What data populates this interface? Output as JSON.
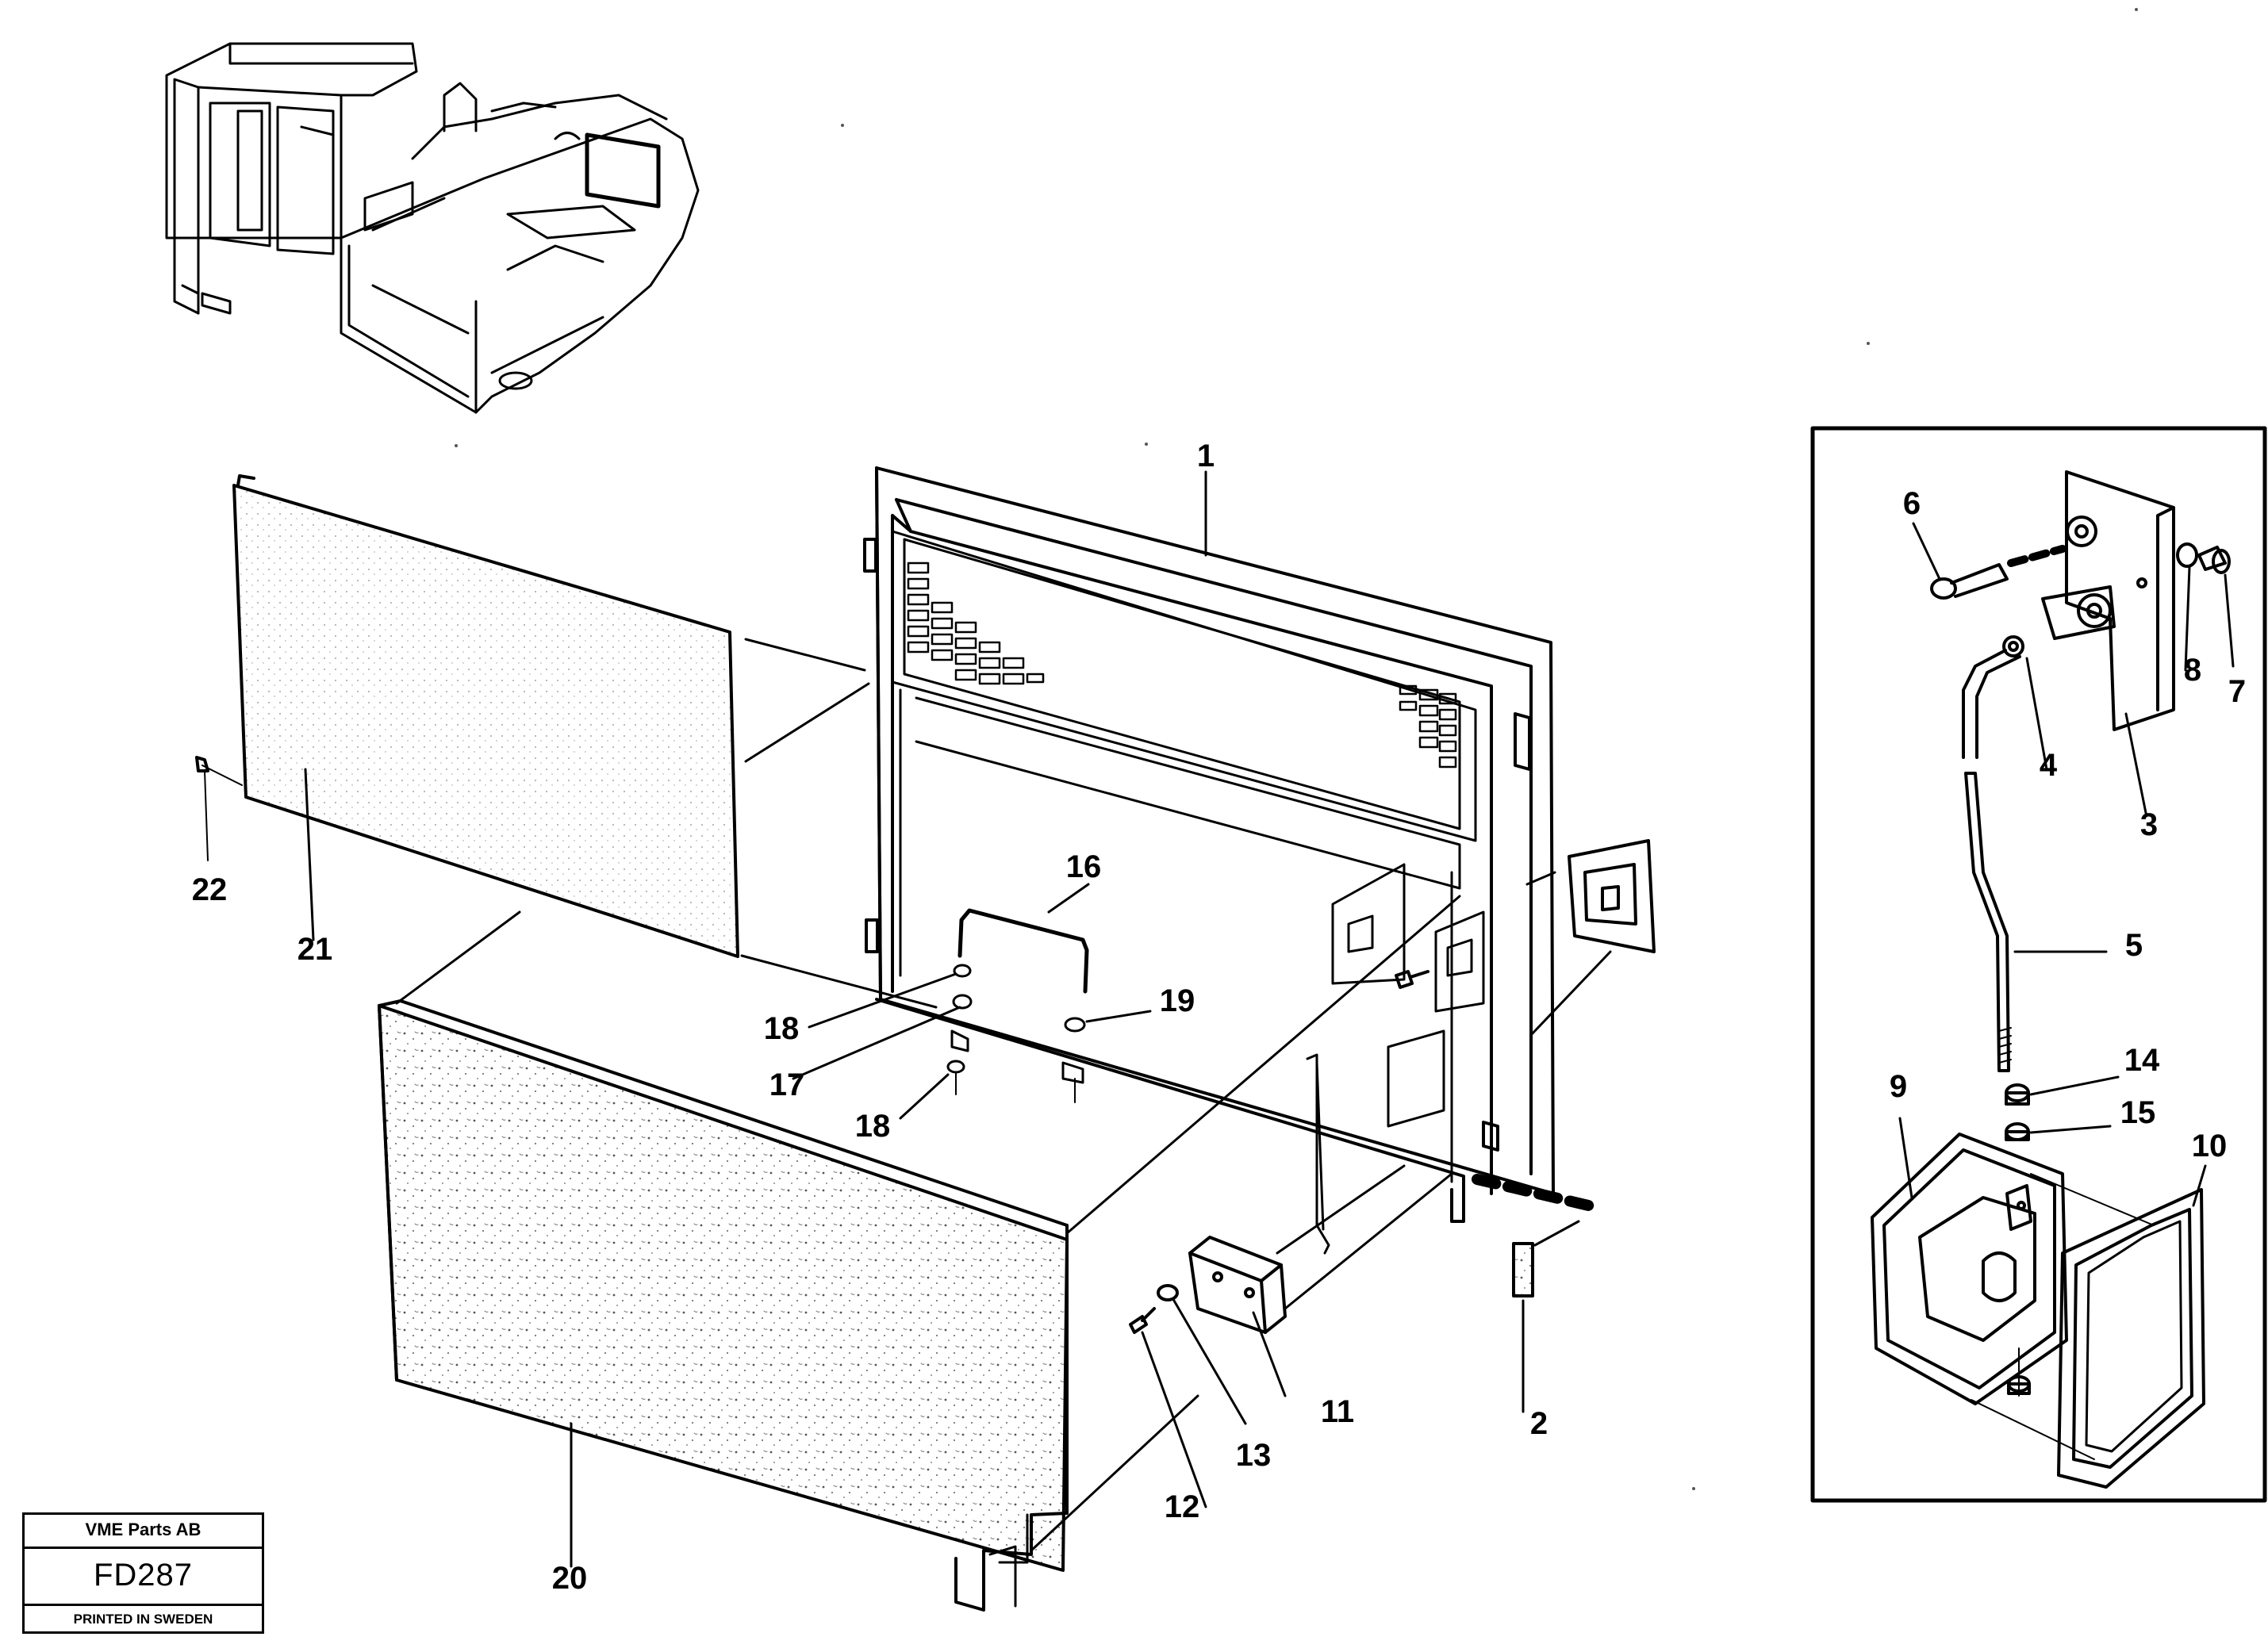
{
  "title_block": {
    "company": "VME Parts AB",
    "drawing_code": "FD287",
    "printed": "PRINTED IN SWEDEN"
  },
  "callouts": {
    "c1": "1",
    "c2": "2",
    "c3": "3",
    "c4": "4",
    "c5": "5",
    "c6": "6",
    "c7": "7",
    "c8": "8",
    "c9": "9",
    "c10": "10",
    "c11": "11",
    "c12": "12",
    "c13": "13",
    "c14": "14",
    "c15": "15",
    "c16": "16",
    "c17": "17",
    "c18a": "18",
    "c18b": "18",
    "c19": "19",
    "c20": "20",
    "c21": "21",
    "c22": "22"
  },
  "colors": {
    "ink": "#000000",
    "paper": "#ffffff",
    "shade": "#bdbdbd"
  }
}
